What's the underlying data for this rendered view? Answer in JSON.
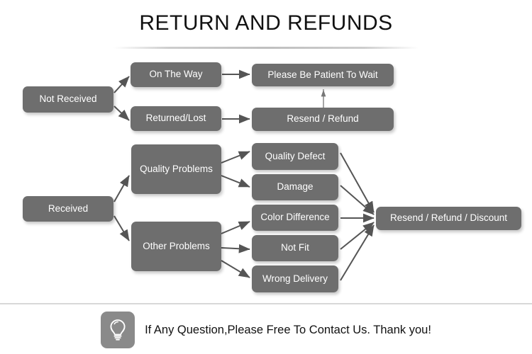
{
  "page": {
    "title": "RETURN AND REFUNDS",
    "background_color": "#ffffff",
    "node_color": "#6e6e6e",
    "node_text_color": "#ffffff",
    "arrow_color": "#555555",
    "divider_color": "#d8d8d8"
  },
  "flow": {
    "roots": [
      {
        "id": "not-received",
        "label": "Not Received"
      },
      {
        "id": "received",
        "label": "Received"
      }
    ],
    "categories": [
      {
        "id": "on-the-way",
        "label": "On The Way"
      },
      {
        "id": "returned-lost",
        "label": "Returned/Lost"
      },
      {
        "id": "quality-problems",
        "label": "Quality Problems"
      },
      {
        "id": "other-problems",
        "label": "Other Problems"
      }
    ],
    "issues": [
      {
        "id": "quality-defect",
        "label": "Quality Defect"
      },
      {
        "id": "damage",
        "label": "Damage"
      },
      {
        "id": "color-difference",
        "label": "Color Difference"
      },
      {
        "id": "not-fit",
        "label": "Not Fit"
      },
      {
        "id": "wrong-delivery",
        "label": "Wrong Delivery"
      }
    ],
    "outcomes": [
      {
        "id": "please-be-patient",
        "label": "Please Be Patient To Wait"
      },
      {
        "id": "resend-refund",
        "label": "Resend / Refund"
      },
      {
        "id": "resend-refund-discount",
        "label": "Resend / Refund / Discount"
      }
    ]
  },
  "footer": {
    "icon": "lightbulb-icon",
    "text": "If Any Question,Please Free To Contact Us. Thank you!"
  }
}
